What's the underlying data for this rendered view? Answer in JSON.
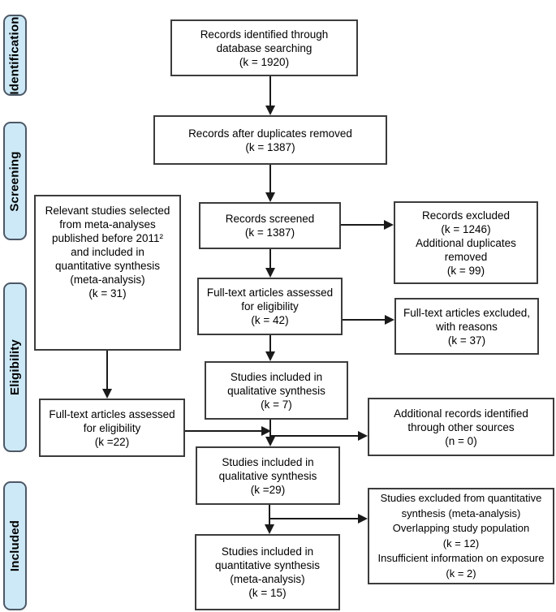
{
  "title": "PRISMA flow diagram",
  "colors": {
    "sidebar_fill": "#cde9f7",
    "sidebar_border": "#4d5866",
    "box_border": "#3c3c3c",
    "line_color": "#1a1a1a"
  },
  "sidebar": {
    "stages": [
      {
        "label": "Identification"
      },
      {
        "label": "Screening"
      },
      {
        "label": "Eligibility"
      },
      {
        "label": "Included"
      }
    ]
  },
  "boxes": {
    "records_identified": {
      "lines": [
        "Records identified through",
        "database searching",
        "(k = 1920)"
      ]
    },
    "duplicates_removed": {
      "lines": [
        "Records after duplicates removed",
        "(k = 1387)"
      ]
    },
    "records_screened": {
      "lines": [
        "Records screened",
        "(k = 1387)"
      ]
    },
    "records_excluded": {
      "lines": [
        "Records excluded",
        "(k = 1246)",
        "Additional duplicates",
        "removed",
        "(k = 99)"
      ]
    },
    "fulltext_assessed_42": {
      "lines": [
        "Full-text articles assessed",
        "for eligibility",
        "(k = 42)"
      ]
    },
    "fulltext_excluded": {
      "lines": [
        "Full-text articles excluded,",
        "with reasons",
        "(k = 37)"
      ]
    },
    "relevant_studies": {
      "lines": [
        "Relevant studies selected",
        "from meta-analyses",
        "published before 2011²",
        "and included in",
        "quantitative synthesis",
        "(meta-analysis)",
        "(k = 31)"
      ]
    },
    "qualitative_7": {
      "lines": [
        "Studies included in",
        "qualitative synthesis",
        "(k = 7)"
      ]
    },
    "fulltext_assessed_22": {
      "lines": [
        "Full-text articles assessed",
        "for eligibility",
        "(k =22)"
      ]
    },
    "additional_records": {
      "lines": [
        "Additional records identified",
        "through other sources",
        "(n = 0)"
      ]
    },
    "qualitative_29": {
      "lines": [
        "Studies included in",
        "qualitative synthesis",
        "(k =29)"
      ]
    },
    "studies_excluded_quant": {
      "lines": [
        "Studies excluded from quantitative",
        "synthesis (meta-analysis)",
        "Overlapping study population",
        "(k = 12)",
        "Insufficient information on exposure",
        "(k = 2)"
      ]
    },
    "quantitative_15": {
      "lines": [
        "Studies included in",
        "quantitative synthesis",
        "(meta-analysis)",
        "(k = 15)"
      ]
    }
  }
}
